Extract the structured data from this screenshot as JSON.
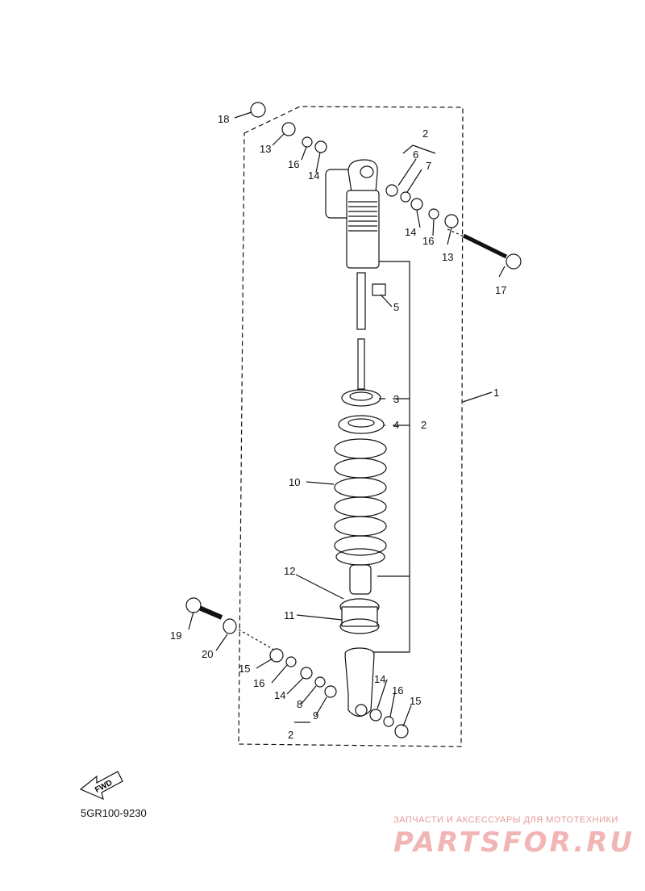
{
  "diagram_code": "5GR100-9230",
  "direction_label": "FWD",
  "watermark": {
    "tagline": "ЗАПЧАСТИ И АКСЕССУАРЫ ДЛЯ МОТОТЕХНИКИ",
    "logo": "PARTSFOR.RU"
  },
  "callouts": {
    "c1": "1",
    "c2a": "2",
    "c2b": "2",
    "c2c": "2",
    "c3": "3",
    "c4": "4",
    "c5": "5",
    "c6": "6",
    "c7": "7",
    "c8": "8",
    "c9": "9",
    "c10": "10",
    "c11": "11",
    "c12": "12",
    "c13a": "13",
    "c13b": "13",
    "c14a": "14",
    "c14b": "14",
    "c14c": "14",
    "c14d": "14",
    "c15a": "15",
    "c15b": "15",
    "c16a": "16",
    "c16b": "16",
    "c16c": "16",
    "c16d": "16",
    "c17": "17",
    "c18": "18",
    "c19": "19",
    "c20": "20"
  },
  "colors": {
    "line": "#111111",
    "watermark": "#f2b5b5"
  }
}
